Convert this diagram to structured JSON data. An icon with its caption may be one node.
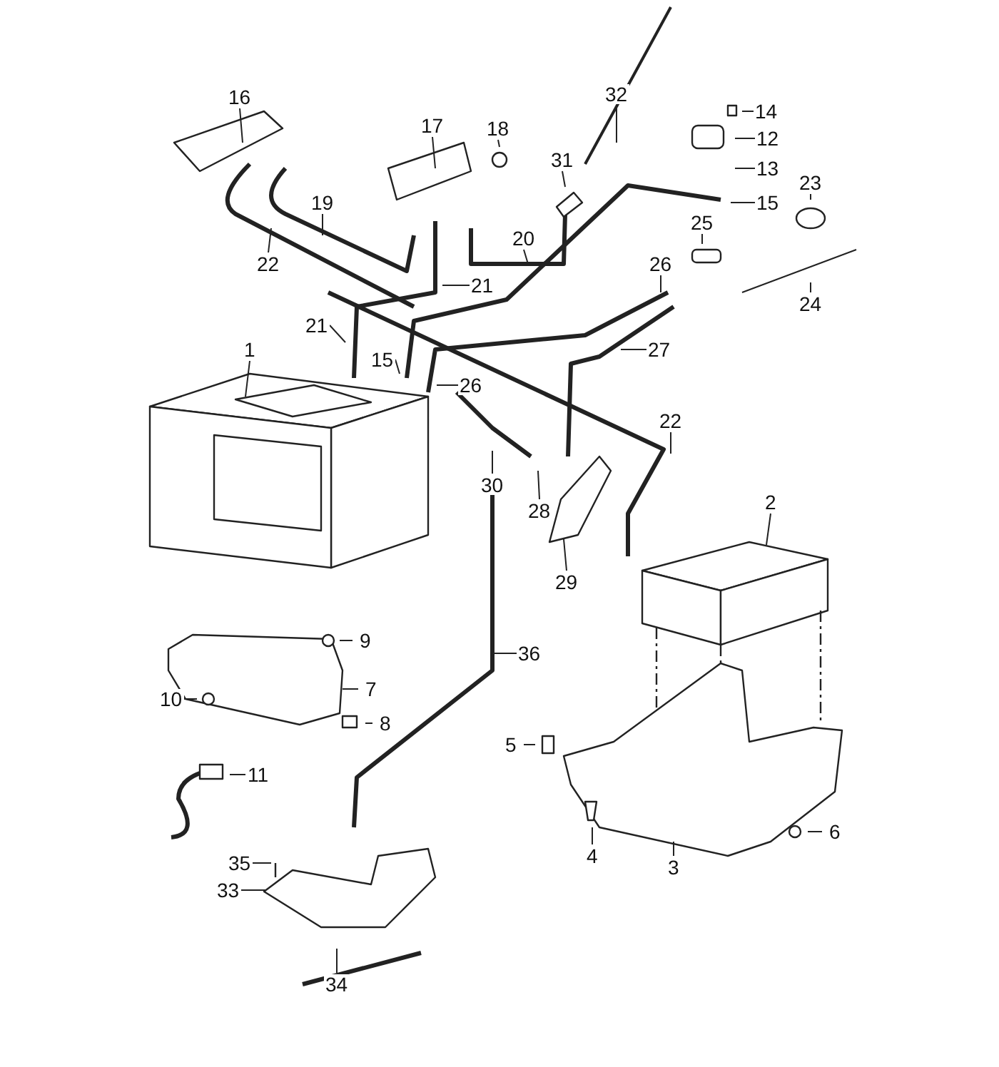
{
  "diagram": {
    "nodes": [
      {
        "text": [
          "16"
        ]
      },
      {
        "text": [
          "17"
        ]
      },
      {
        "text": [
          "18"
        ]
      },
      {
        "text": [
          "32"
        ]
      },
      {
        "text": [
          "14"
        ]
      },
      {
        "text": [
          "12"
        ]
      },
      {
        "text": [
          "13"
        ]
      },
      {
        "text": [
          "23"
        ]
      },
      {
        "text": [
          "31"
        ]
      },
      {
        "text": [
          "15"
        ]
      },
      {
        "text": [
          "19"
        ]
      },
      {
        "text": [
          "25"
        ]
      },
      {
        "text": [
          "20"
        ]
      },
      {
        "text": [
          "22"
        ]
      },
      {
        "text": [
          "26"
        ]
      },
      {
        "text": [
          "24"
        ]
      },
      {
        "text": [
          "21"
        ]
      },
      {
        "text": [
          "21"
        ]
      },
      {
        "text": [
          "15"
        ]
      },
      {
        "text": [
          "26"
        ]
      },
      {
        "text": [
          "27"
        ]
      },
      {
        "text": [
          "1"
        ]
      },
      {
        "text": [
          "22"
        ]
      },
      {
        "text": [
          "30"
        ]
      },
      {
        "text": [
          "28"
        ]
      },
      {
        "text": [
          "29"
        ]
      },
      {
        "text": [
          "2"
        ]
      },
      {
        "text": [
          "9"
        ]
      },
      {
        "text": [
          "7"
        ]
      },
      {
        "text": [
          "10"
        ]
      },
      {
        "text": [
          "8"
        ]
      },
      {
        "text": [
          "36"
        ]
      },
      {
        "text": [
          "5"
        ]
      },
      {
        "text": [
          "11"
        ]
      },
      {
        "text": [
          "4"
        ]
      },
      {
        "text": [
          "6"
        ]
      },
      {
        "text": [
          "3"
        ]
      },
      {
        "text": [
          "35"
        ]
      },
      {
        "text": [
          "33"
        ]
      },
      {
        "text": [
          "34"
        ]
      }
    ],
    "edges": [
      {
        "from": 0,
        "to": null,
        "arrow": "none"
      },
      {
        "from": 1,
        "to": null,
        "arrow": "none"
      },
      {
        "from": 2,
        "to": null,
        "arrow": "none"
      },
      {
        "from": 3,
        "to": null,
        "arrow": "none"
      },
      {
        "from": 4,
        "to": null,
        "arrow": "none"
      },
      {
        "from": 5,
        "to": null,
        "arrow": "none"
      },
      {
        "from": 6,
        "to": null,
        "arrow": "none"
      },
      {
        "from": 7,
        "to": null,
        "arrow": "none"
      },
      {
        "from": 8,
        "to": null,
        "arrow": "none"
      },
      {
        "from": 9,
        "to": null,
        "arrow": "none"
      },
      {
        "from": 10,
        "to": null,
        "arrow": "none"
      },
      {
        "from": 11,
        "to": null,
        "arrow": "none"
      },
      {
        "from": 12,
        "to": null,
        "arrow": "none"
      },
      {
        "from": 13,
        "to": null,
        "arrow": "none"
      },
      {
        "from": 14,
        "to": null,
        "arrow": "none"
      },
      {
        "from": 15,
        "to": null,
        "arrow": "none"
      },
      {
        "from": 16,
        "to": null,
        "arrow": "none"
      },
      {
        "from": 17,
        "to": null,
        "arrow": "none"
      },
      {
        "from": 18,
        "to": null,
        "arrow": "none"
      },
      {
        "from": 19,
        "to": null,
        "arrow": "none"
      },
      {
        "from": 20,
        "to": null,
        "arrow": "none"
      },
      {
        "from": 21,
        "to": null,
        "arrow": "none"
      },
      {
        "from": 22,
        "to": null,
        "arrow": "none"
      },
      {
        "from": 23,
        "to": null,
        "arrow": "none"
      },
      {
        "from": 24,
        "to": null,
        "arrow": "none"
      },
      {
        "from": 25,
        "to": null,
        "arrow": "none"
      },
      {
        "from": 26,
        "to": null,
        "arrow": "none"
      },
      {
        "from": 27,
        "to": null,
        "arrow": "none"
      },
      {
        "from": 28,
        "to": null,
        "arrow": "none"
      },
      {
        "from": 29,
        "to": null,
        "arrow": "none"
      },
      {
        "from": 30,
        "to": null,
        "arrow": "none"
      },
      {
        "from": 31,
        "to": null,
        "arrow": "none"
      },
      {
        "from": 32,
        "to": null,
        "arrow": "none"
      },
      {
        "from": 33,
        "to": null,
        "arrow": "none"
      },
      {
        "from": 34,
        "to": null,
        "arrow": "none"
      },
      {
        "from": 35,
        "to": null,
        "arrow": "none"
      },
      {
        "from": 36,
        "to": null,
        "arrow": "none"
      },
      {
        "from": 37,
        "to": null,
        "arrow": "none"
      },
      {
        "from": 38,
        "to": null,
        "arrow": "none"
      },
      {
        "from": 39,
        "to": null,
        "arrow": "none"
      }
    ]
  }
}
